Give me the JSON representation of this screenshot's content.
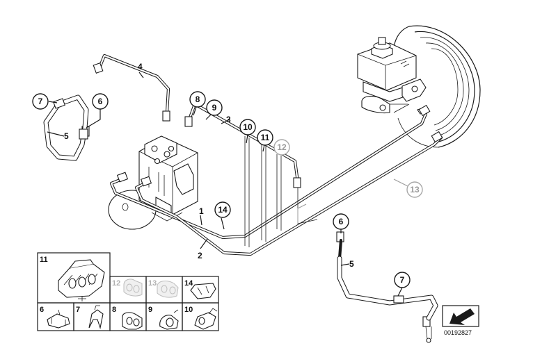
{
  "callouts": {
    "c1": "1",
    "c2": "2",
    "c3": "3",
    "c4": "4",
    "c5_left": "5",
    "c5_right": "5",
    "c6_left": "6",
    "c6_right": "6",
    "c7_left": "7",
    "c7_right": "7",
    "c8": "8",
    "c9": "9",
    "c10": "10",
    "c11": "11",
    "c12": "12",
    "c13": "13",
    "c14": "14"
  },
  "legend": {
    "cells": [
      {
        "label": "11",
        "muted": false
      },
      {
        "label": "12",
        "muted": true
      },
      {
        "label": "13",
        "muted": true
      },
      {
        "label": "14",
        "muted": false
      },
      {
        "label": "6",
        "muted": false
      },
      {
        "label": "7",
        "muted": false
      },
      {
        "label": "8",
        "muted": false
      },
      {
        "label": "9",
        "muted": false
      },
      {
        "label": "10",
        "muted": false
      }
    ]
  },
  "reference_number": "00192827",
  "icons": {
    "direction": "arrow-down-left-icon"
  },
  "colors": {
    "line": "#1a1a1a",
    "muted": "#9a9a9a"
  }
}
